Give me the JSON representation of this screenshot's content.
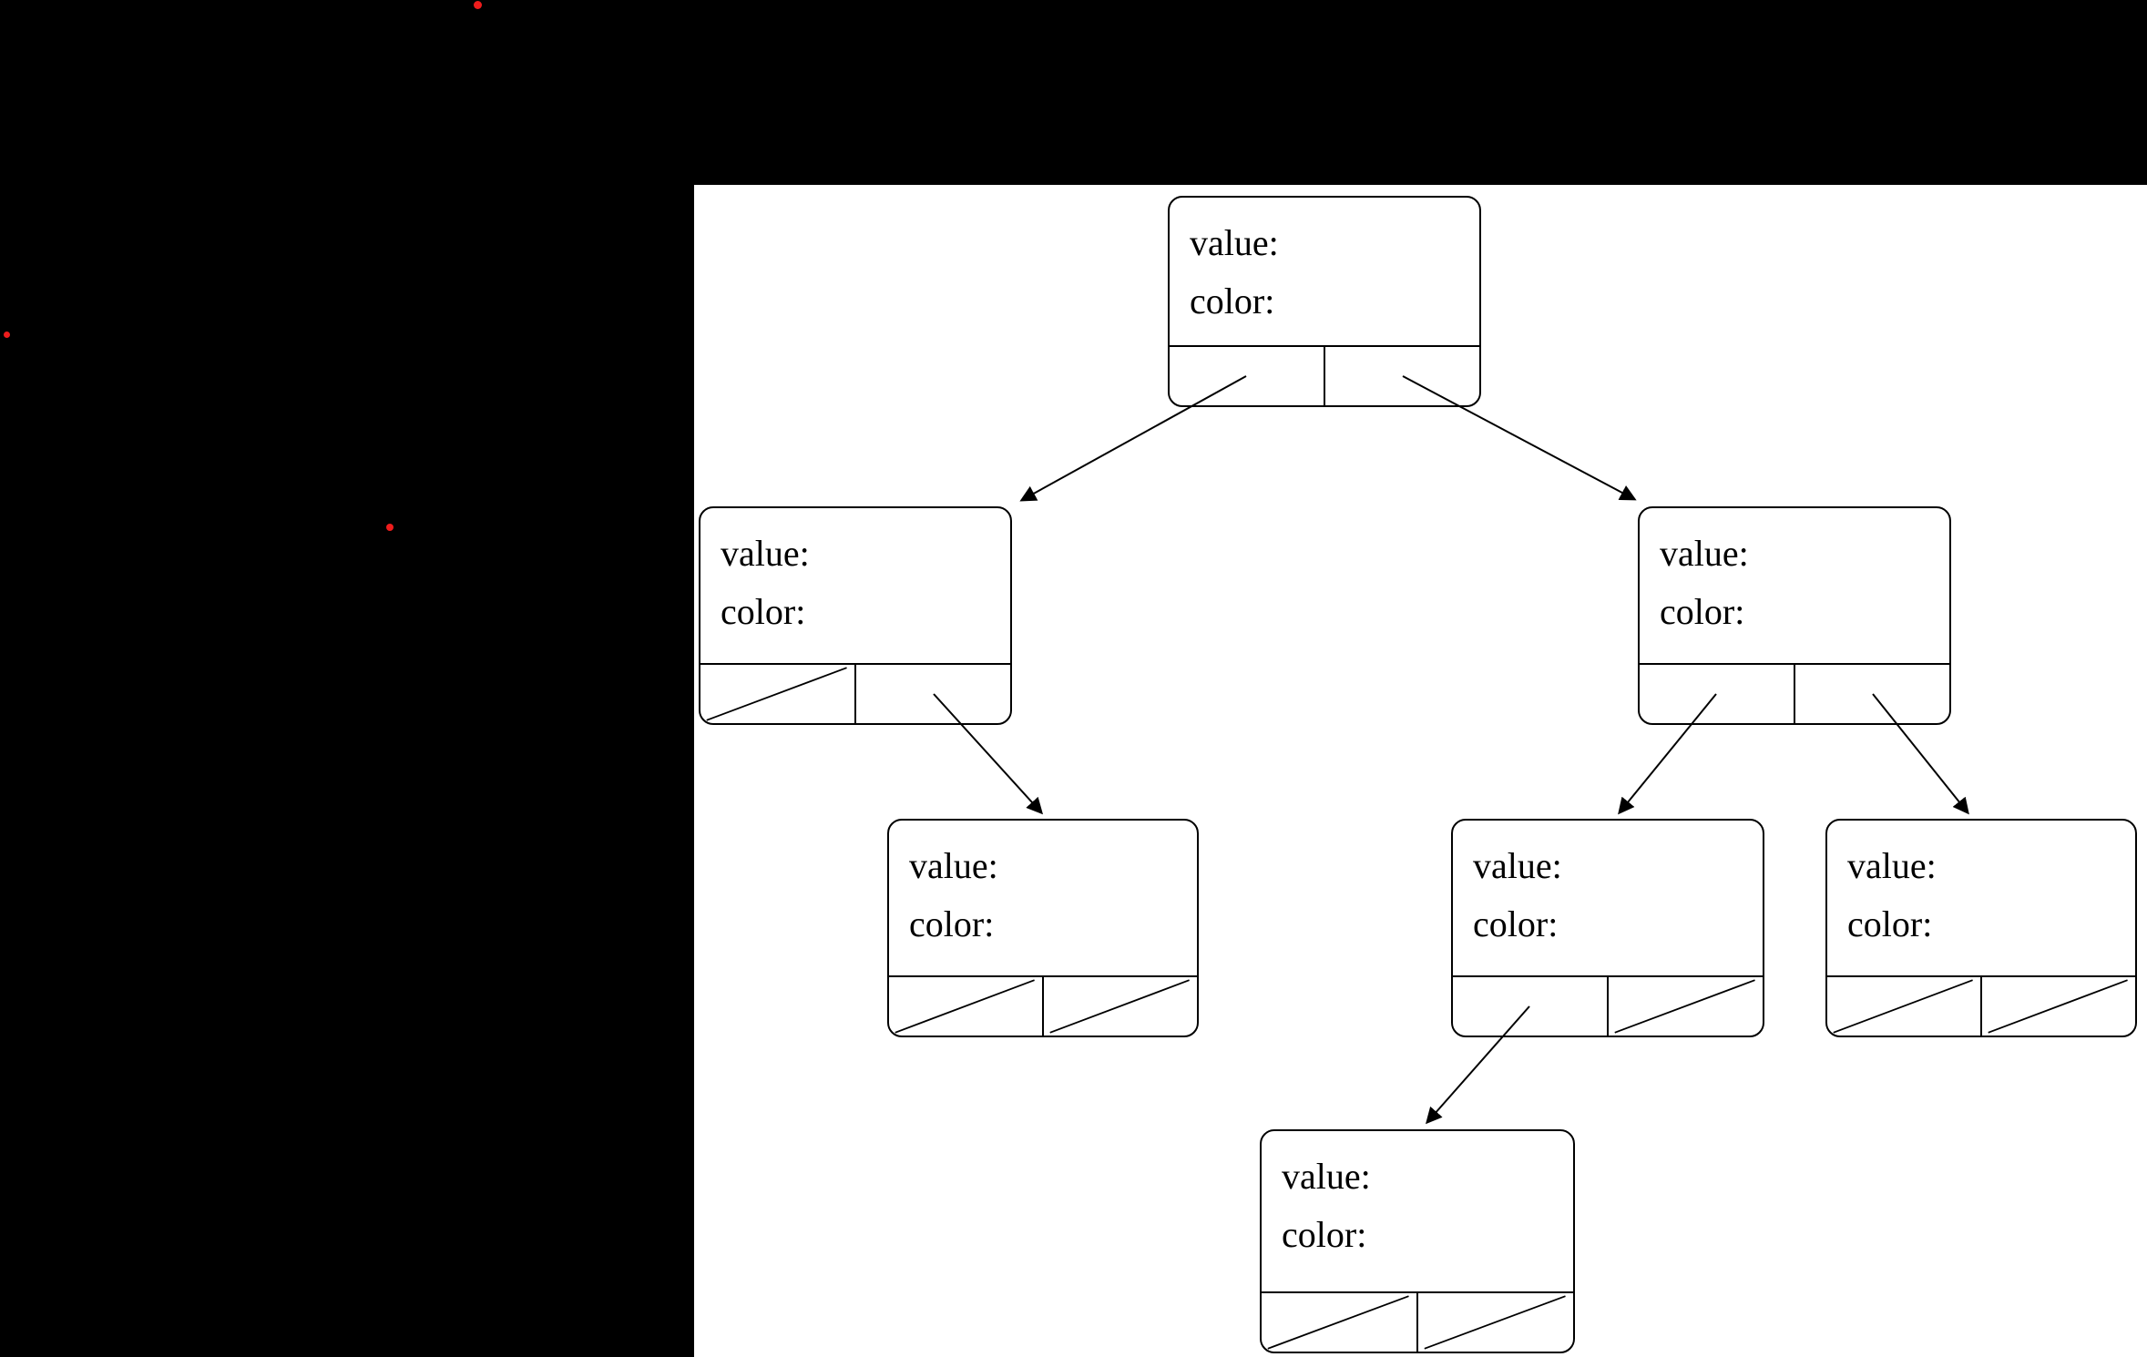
{
  "scene": {
    "background_color": "#000000",
    "panel_color": "#ffffff",
    "line_color": "#000000",
    "dot_color": "#ee1c1c",
    "dot_count": 3
  },
  "tree": {
    "nodes": [
      {
        "id": "root",
        "value_label": "value:",
        "color_label": "color:",
        "left_pointer": "child",
        "right_pointer": "child"
      },
      {
        "id": "L",
        "value_label": "value:",
        "color_label": "color:",
        "left_pointer": "null",
        "right_pointer": "child"
      },
      {
        "id": "R",
        "value_label": "value:",
        "color_label": "color:",
        "left_pointer": "child",
        "right_pointer": "child"
      },
      {
        "id": "LR",
        "value_label": "value:",
        "color_label": "color:",
        "left_pointer": "null",
        "right_pointer": "null"
      },
      {
        "id": "RL",
        "value_label": "value:",
        "color_label": "color:",
        "left_pointer": "child",
        "right_pointer": "null"
      },
      {
        "id": "RR",
        "value_label": "value:",
        "color_label": "color:",
        "left_pointer": "null",
        "right_pointer": "null"
      },
      {
        "id": "RLL",
        "value_label": "value:",
        "color_label": "color:",
        "left_pointer": "null",
        "right_pointer": "null"
      }
    ],
    "edges": [
      {
        "from": "root",
        "pointer": "left",
        "to": "L"
      },
      {
        "from": "root",
        "pointer": "right",
        "to": "R"
      },
      {
        "from": "L",
        "pointer": "right",
        "to": "LR"
      },
      {
        "from": "R",
        "pointer": "left",
        "to": "RL"
      },
      {
        "from": "R",
        "pointer": "right",
        "to": "RR"
      },
      {
        "from": "RL",
        "pointer": "left",
        "to": "RLL"
      }
    ]
  }
}
